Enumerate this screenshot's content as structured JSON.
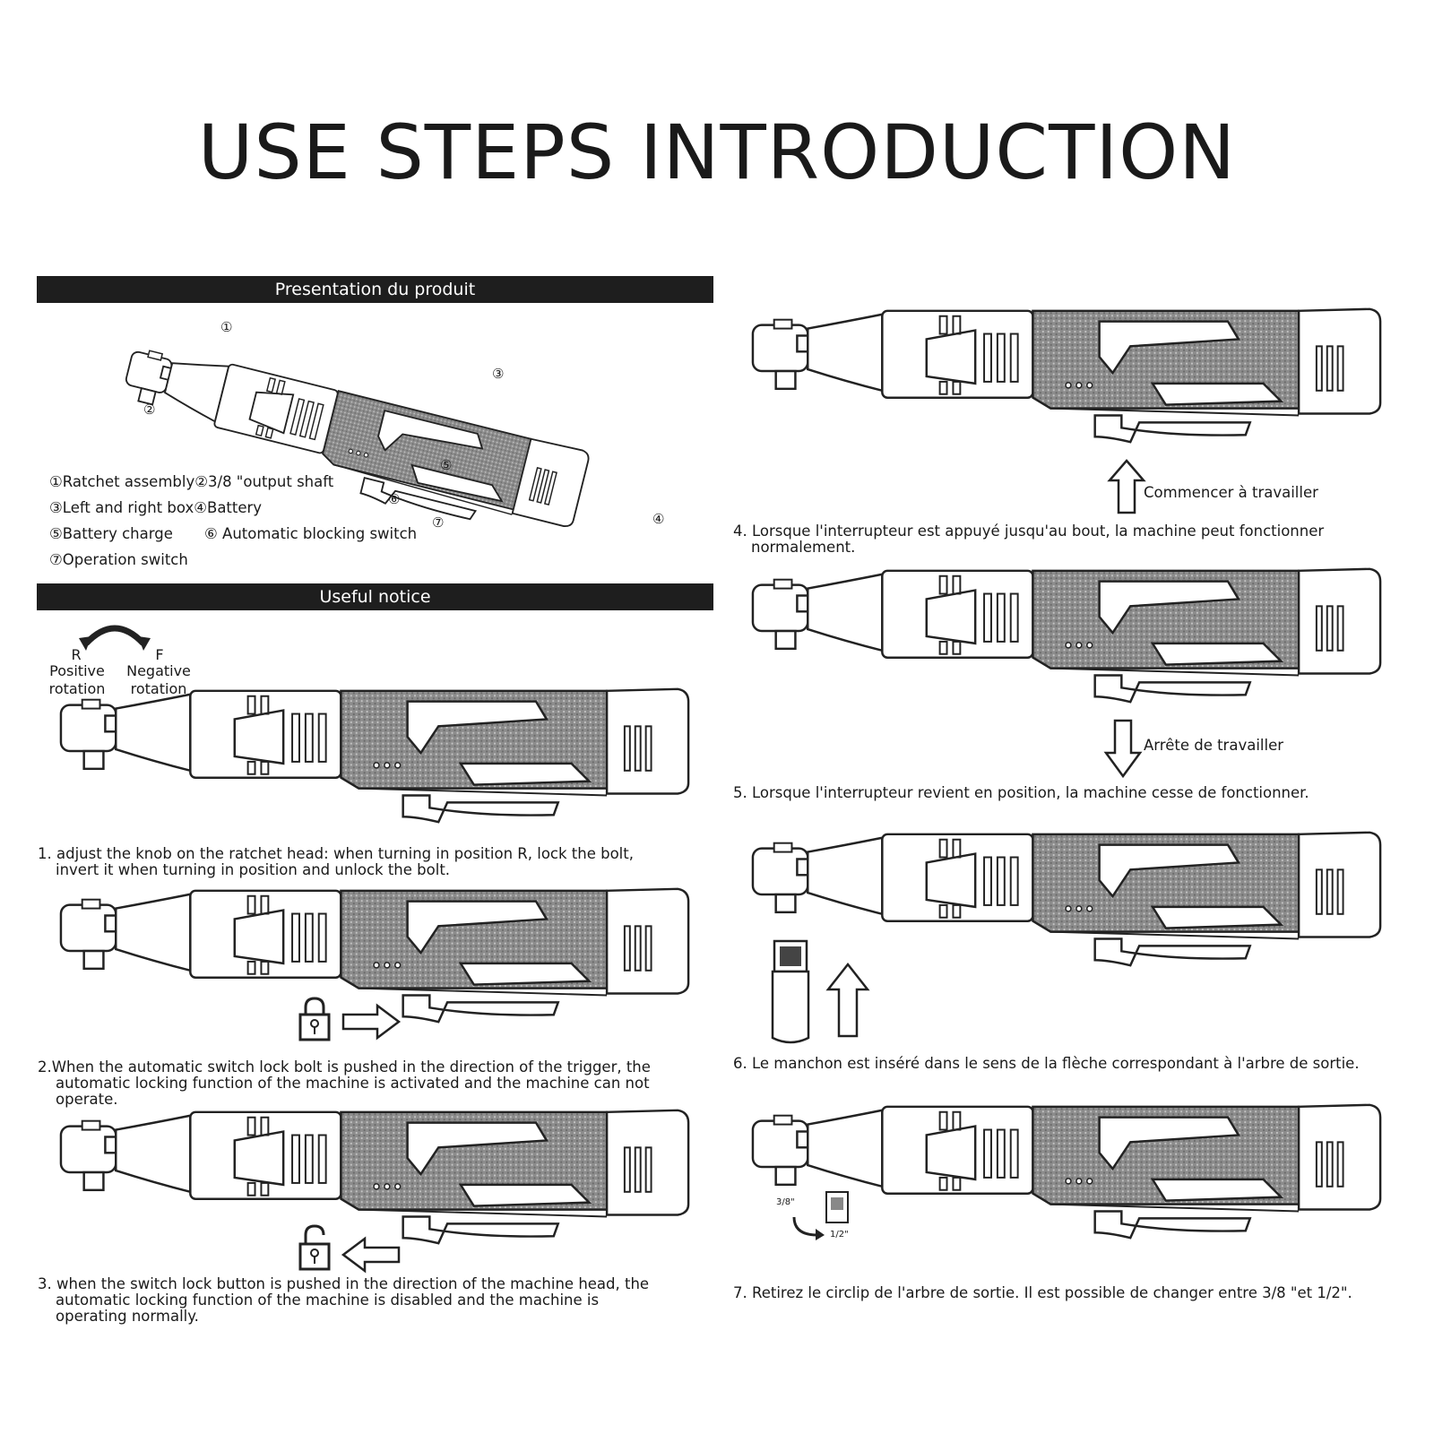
{
  "title": "USE STEPS INTRODUCTION",
  "sections": {
    "presentation": "Presentation du produit",
    "notice": "Useful notice"
  },
  "callouts": [
    "①",
    "②",
    "③",
    "④",
    "⑤",
    "⑥",
    "⑦"
  ],
  "legend": {
    "line1": "①Ratchet assembly②3/8 \"output shaft",
    "line2": "③Left and right box④Battery",
    "line3a": "⑤Battery charge",
    "line3b": "⑥ Automatic blocking switch",
    "line4": "⑦Operation switch"
  },
  "rotation": {
    "r_letter": "R",
    "f_letter": "F",
    "positive": "Positive",
    "negative": "Negative",
    "rotation_word": "rotation"
  },
  "steps": {
    "s1_a": "1. adjust the knob on the ratchet head: when turning in position R, lock the bolt,",
    "s1_b": "invert it when turning in position and unlock the bolt.",
    "s2_a": "2.When the automatic switch lock bolt is pushed in the direction of the trigger, the",
    "s2_b": "automatic locking function of the machine is activated and the machine can not",
    "s2_c": "operate.",
    "s3_a": "3. when the switch lock button is pushed in the direction of the machine head, the",
    "s3_b": "automatic locking function of the machine is disabled and the machine is",
    "s3_c": "operating normally.",
    "s4_a": "4. Lorsque l'interrupteur est appuyé jusqu'au bout, la machine peut fonctionner",
    "s4_b": "normalement.",
    "s5": "5. Lorsque l'interrupteur revient en position, la machine cesse de fonctionner.",
    "s6": "6. Le manchon est inséré dans le sens de la flèche correspondant à l'arbre de sortie.",
    "s7": "7. Retirez le circlip de l'arbre de sortie. Il est possible de changer entre 3/8 \"et 1/2\"."
  },
  "arrow_labels": {
    "start": "Commencer à travailler",
    "stop": "Arrête de travailler"
  },
  "size_labels": {
    "small": "3/8\"",
    "large": "1/2\""
  }
}
